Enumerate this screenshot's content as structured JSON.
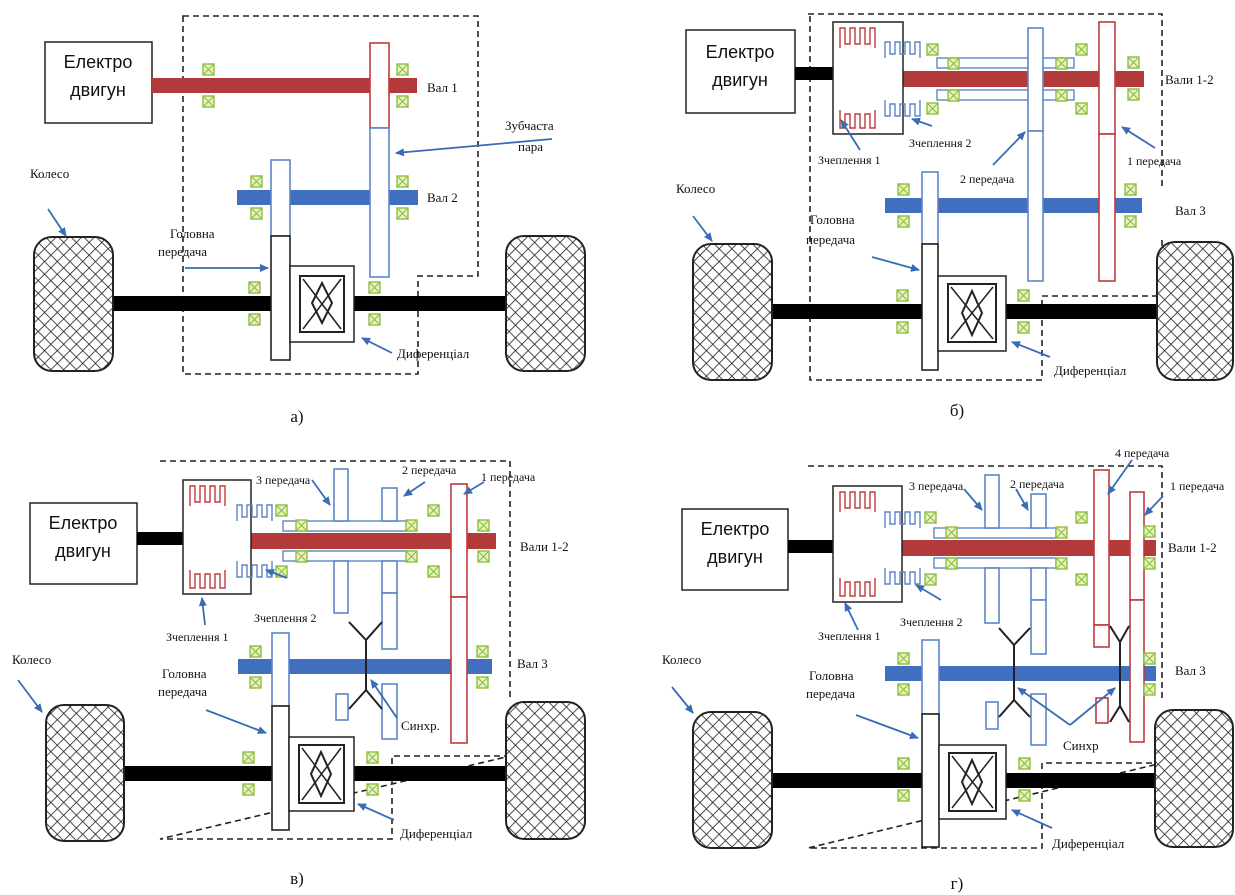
{
  "colors": {
    "shaft_red": "#b23a3a",
    "shaft_blue": "#3f6fbe",
    "gear_red": "#c0393b",
    "gear_blue": "#5d86c6",
    "bearing_green": "#8fbf3b",
    "bearing_fill": "#e7f2c8",
    "arrow": "#3a6bb5",
    "shaft_black": "#000000"
  },
  "panel_a": {
    "motor": [
      "Електро",
      "двигун"
    ],
    "shaft1": "Вал 1",
    "gear_pair": [
      "Зубчаста",
      "пара"
    ],
    "shaft2": "Вал 2",
    "wheel": "Колесо",
    "main_gear": [
      "Головна",
      "передача"
    ],
    "differential": "Диференціал",
    "caption": "а)"
  },
  "panel_b": {
    "motor": [
      "Електро",
      "двигун"
    ],
    "shafts12": "Вали 1-2",
    "clutch1": "Зчеплення 1",
    "clutch2": "Зчеплення 2",
    "gear2": "2 передача",
    "gear1": "1 передача",
    "shaft3": "Вал 3",
    "wheel": "Колесо",
    "main_gear": [
      "Головна",
      "передача"
    ],
    "differential": "Диференціал",
    "caption": "б)"
  },
  "panel_c": {
    "motor": [
      "Електро",
      "двигун"
    ],
    "gear3": "3 передача",
    "gear2": "2 передача",
    "gear1": "1 передача",
    "shafts12": "Вали 1-2",
    "clutch1": "Зчеплення 1",
    "clutch2": "Зчеплення 2",
    "shaft3": "Вал 3",
    "wheel": "Колесо",
    "main_gear": [
      "Головна",
      "передача"
    ],
    "synchro": "Синхр.",
    "differential": "Диференціал",
    "caption": "в)"
  },
  "panel_d": {
    "motor": [
      "Електро",
      "двигун"
    ],
    "gear4": "4 передача",
    "gear3": "3 передача",
    "gear2": "2 передача",
    "gear1": "1 передача",
    "shafts12": "Вали 1-2",
    "clutch1": "Зчеплення 1",
    "clutch2": "Зчеплення 2",
    "shaft3": "Вал 3",
    "wheel": "Колесо",
    "main_gear": [
      "Головна",
      "передача"
    ],
    "synchro": "Синхр",
    "differential": "Диференціал",
    "caption": "г)"
  }
}
